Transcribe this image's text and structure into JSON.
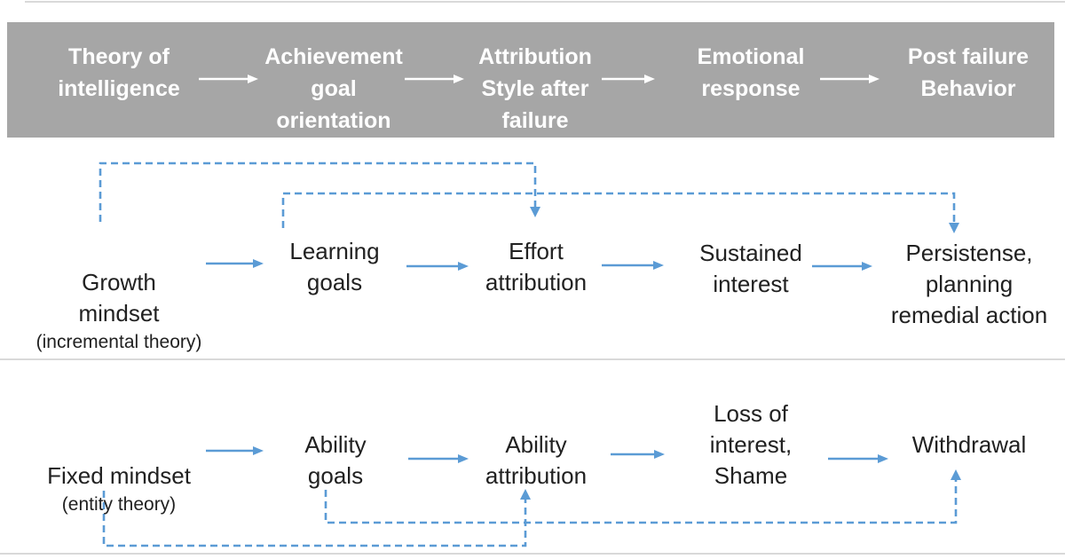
{
  "title": "Theory of intelligence mindset flow diagram",
  "colors": {
    "accent_blue": "#5b9bd5",
    "header_bg": "#a6a6a6",
    "header_text": "#ffffff",
    "body_text": "#212121",
    "divider": "#d9d9d9"
  },
  "header": {
    "stages": [
      {
        "label": "Theory of\nintelligence"
      },
      {
        "label": "Achievement\ngoal\norientation"
      },
      {
        "label": "Attribution\nStyle after\nfailure"
      },
      {
        "label": "Emotional\nresponse"
      },
      {
        "label": "Post failure\nBehavior"
      }
    ]
  },
  "growth_path": {
    "nodes": [
      {
        "label": "Growth\nmindset",
        "sublabel": "(incremental theory)"
      },
      {
        "label": "Learning\ngoals"
      },
      {
        "label": "Effort\nattribution"
      },
      {
        "label": "Sustained\ninterest"
      },
      {
        "label": "Persistense,\nplanning\nremedial action"
      }
    ],
    "dashed_links": [
      {
        "from": "Growth mindset",
        "to": "Effort attribution"
      },
      {
        "from": "Learning goals",
        "to": "Persistense, planning remedial action"
      }
    ]
  },
  "fixed_path": {
    "nodes": [
      {
        "label": "Fixed mindset",
        "sublabel": "(entity theory)"
      },
      {
        "label": "Ability\ngoals"
      },
      {
        "label": "Ability\nattribution"
      },
      {
        "label": "Loss of\ninterest,\nShame"
      },
      {
        "label": "Withdrawal"
      }
    ],
    "dashed_links": [
      {
        "from": "Fixed mindset",
        "to": "Ability attribution"
      },
      {
        "from": "Ability goals",
        "to": "Withdrawal"
      }
    ]
  }
}
